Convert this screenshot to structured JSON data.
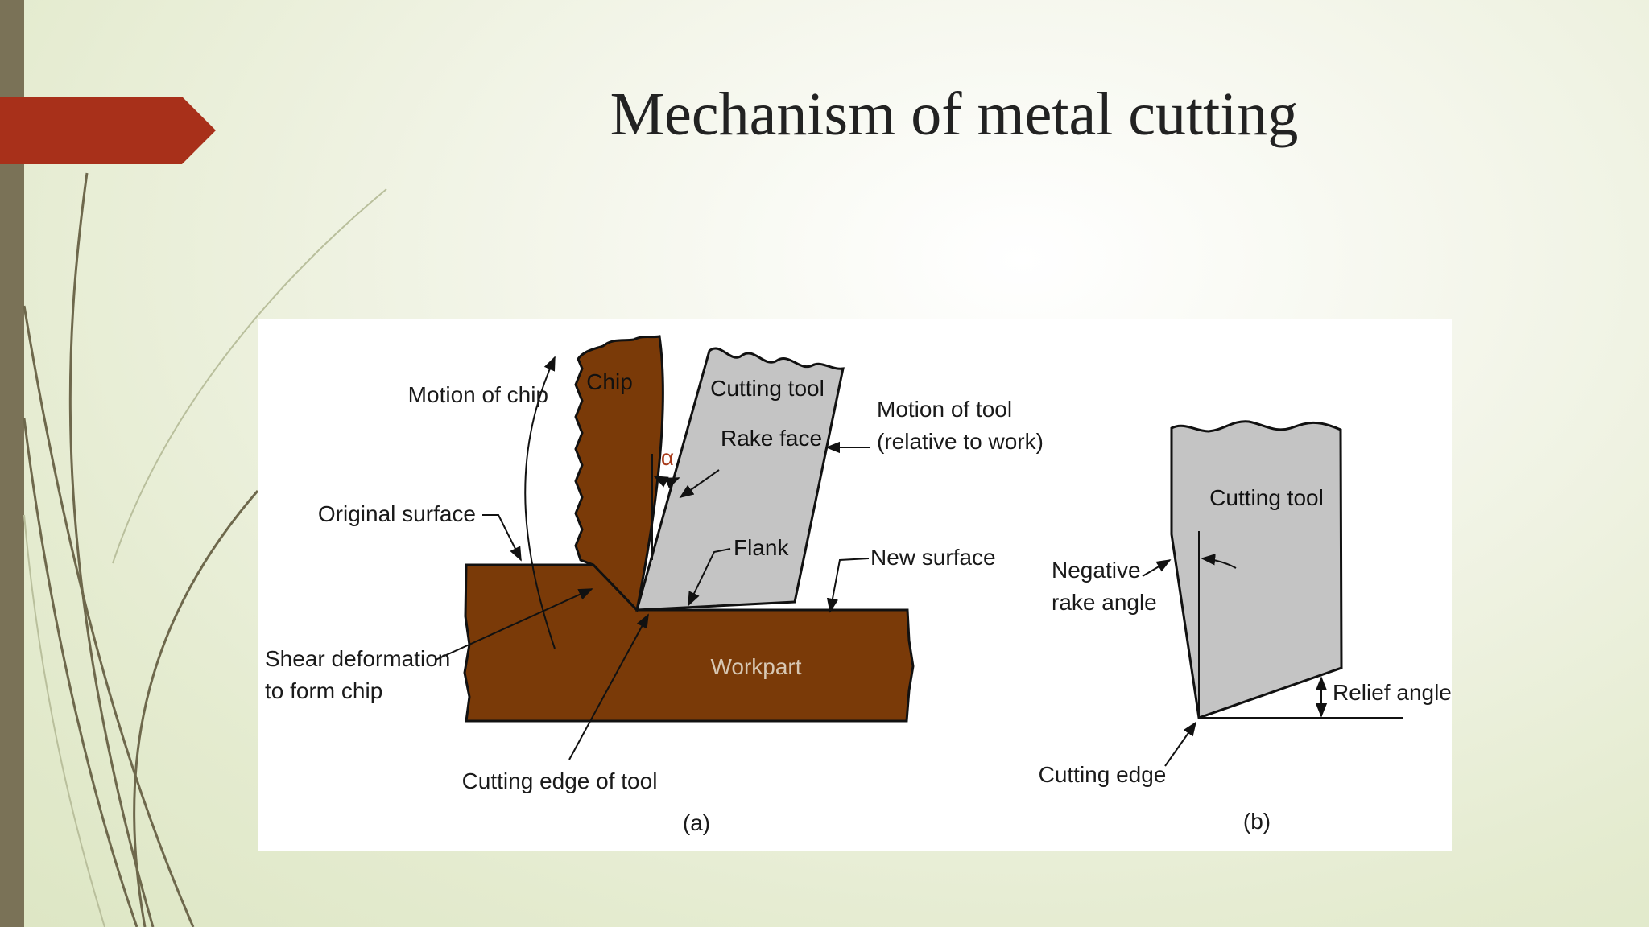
{
  "slide": {
    "title": "Mechanism of metal cutting",
    "colors": {
      "accent": "#a8301a",
      "side_bar": "#7a7257",
      "chip_fill": "#7a3a08",
      "tool_fill": "#c4c4c4"
    }
  },
  "figure": {
    "panel_a": {
      "caption": "(a)",
      "chip": "Chip",
      "cutting_tool": "Cutting tool",
      "motion_of_chip": "Motion of chip",
      "alpha": "α",
      "rake_face": "Rake face",
      "motion_of_tool_1": "Motion of tool",
      "motion_of_tool_2": "(relative to work)",
      "original_surface": "Original surface",
      "flank": "Flank",
      "new_surface": "New surface",
      "shear_1": "Shear deformation",
      "shear_2": "to form chip",
      "workpart": "Workpart",
      "cutting_edge_of_tool": "Cutting edge of tool"
    },
    "panel_b": {
      "caption": "(b)",
      "cutting_tool": "Cutting tool",
      "negative_1": "Negative",
      "negative_2": "rake angle",
      "relief_angle": "Relief angle",
      "cutting_edge": "Cutting edge"
    }
  }
}
